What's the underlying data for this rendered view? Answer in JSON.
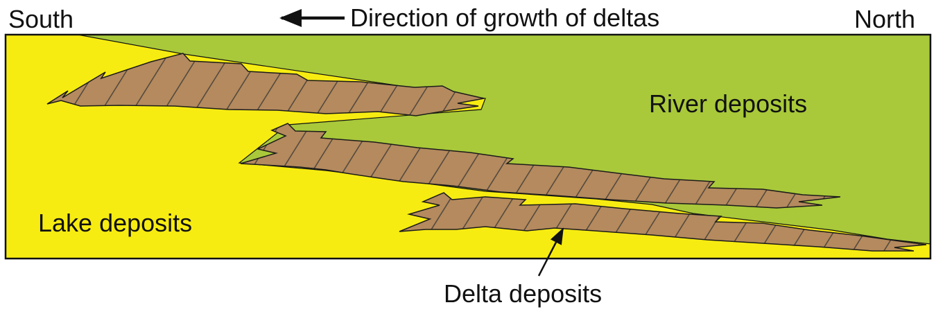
{
  "diagram": {
    "labels": {
      "south": "South",
      "north": "North",
      "direction_of_growth": "Direction of growth of deltas",
      "river_deposits": "River deposits",
      "lake_deposits": "Lake deposits",
      "delta_deposits": "Delta deposits"
    },
    "colors": {
      "lake_yellow": "#f7ec11",
      "river_green": "#a9c93a",
      "delta_brown": "#b48a5e",
      "ink": "#111111"
    },
    "icons": {
      "direction_arrow": "left-arrow-icon",
      "delta_pointer": "pointer-arrow-icon"
    }
  }
}
